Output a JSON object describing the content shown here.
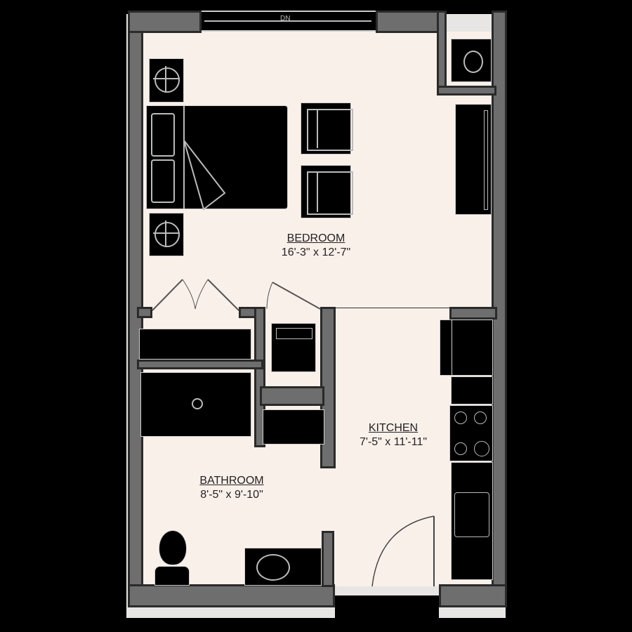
{
  "plan": {
    "rooms": [
      {
        "id": "bedroom",
        "name": "BEDROOM",
        "dims": "16'-3\" x 12'-7\""
      },
      {
        "id": "kitchen",
        "name": "KITCHEN",
        "dims": "7'-5\" x 11'-11\""
      },
      {
        "id": "bathroom",
        "name": "BATHROOM",
        "dims": "8'-5\" x 9'-10\""
      }
    ],
    "window_label": "DN",
    "colors": {
      "floor": "#faf0ea",
      "wall_fill": "#6e6e6e",
      "wall_outline": "#2a2a2a",
      "fixture": "#000000",
      "background": "#000000"
    }
  }
}
